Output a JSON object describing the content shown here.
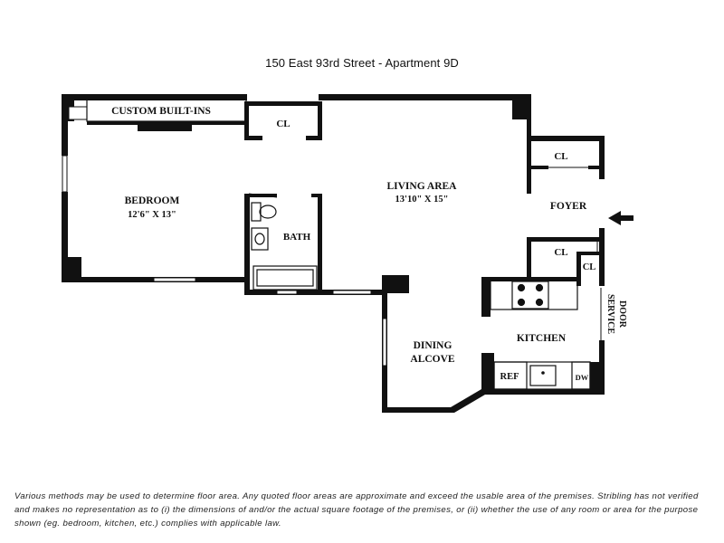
{
  "header": {
    "title": "150 East 93rd Street - Apartment 9D"
  },
  "rooms": {
    "custom_built_ins": "CUSTOM BUILT-INS",
    "bedroom": {
      "name": "BEDROOM",
      "size": "12'6\" X 13\""
    },
    "bedroom_closet": "CL",
    "living_area": {
      "name": "LIVING AREA",
      "size": "13'10\" X 15\""
    },
    "bath": "BATH",
    "foyer_closet": "CL",
    "foyer": "FOYER",
    "hall_closet": "CL",
    "service_closet": "CL",
    "service_door": [
      "SERVICE",
      "DOOR"
    ],
    "kitchen": "KITCHEN",
    "dining_alcove": [
      "DINING",
      "ALCOVE"
    ],
    "refrigerator": "REF",
    "dishwasher": "DW"
  },
  "icons": {
    "entry": "entry-arrow-icon"
  },
  "colors": {
    "ink": "#111111",
    "background": "#ffffff"
  },
  "footer": {
    "disclaimer": "Various methods may be used to determine floor area. Any quoted floor areas are approximate and exceed the usable area of the premises. Stribling has not verified and makes no representation as to (i) the dimensions of and/or the actual square footage of the premises, or (ii) whether the use of any room or area for the purpose shown (eg. bedroom, kitchen, etc.) complies with applicable law."
  }
}
